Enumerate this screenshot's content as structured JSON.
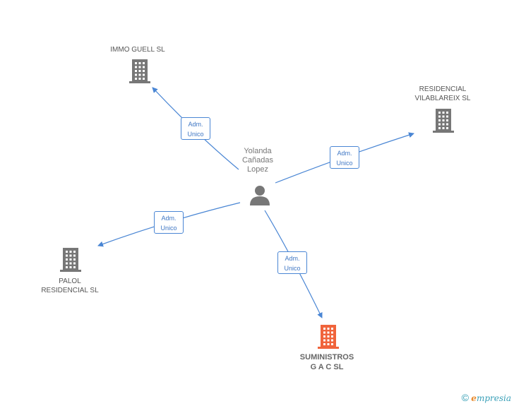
{
  "center_person": {
    "name_lines": [
      "Yolanda",
      "Cañadas",
      "Lopez"
    ]
  },
  "companies": [
    {
      "id": "immo",
      "lines": [
        "IMMO GUELL SL"
      ],
      "highlight": false
    },
    {
      "id": "vilablareix",
      "lines": [
        "RESIDENCIAL",
        "VILABLAREIX SL"
      ],
      "highlight": false
    },
    {
      "id": "palol",
      "lines": [
        "PALOL",
        "RESIDENCIAL SL"
      ],
      "highlight": false
    },
    {
      "id": "suministros",
      "lines": [
        "SUMINISTROS",
        "G A C SL"
      ],
      "highlight": true
    }
  ],
  "edges": [
    {
      "to": "immo",
      "label_lines": [
        "Adm.",
        "Unico"
      ]
    },
    {
      "to": "vilablareix",
      "label_lines": [
        "Adm.",
        "Unico"
      ]
    },
    {
      "to": "palol",
      "label_lines": [
        "Adm.",
        "Unico"
      ]
    },
    {
      "to": "suministros",
      "label_lines": [
        "Adm.",
        "Unico"
      ]
    }
  ],
  "colors": {
    "building": "#777777",
    "highlight": "#f0643c",
    "edge": "#4a86d4",
    "person": "#777777"
  },
  "footer": {
    "copyright_symbol": "©",
    "brand_initial": "e",
    "brand_rest": "mpresia"
  }
}
